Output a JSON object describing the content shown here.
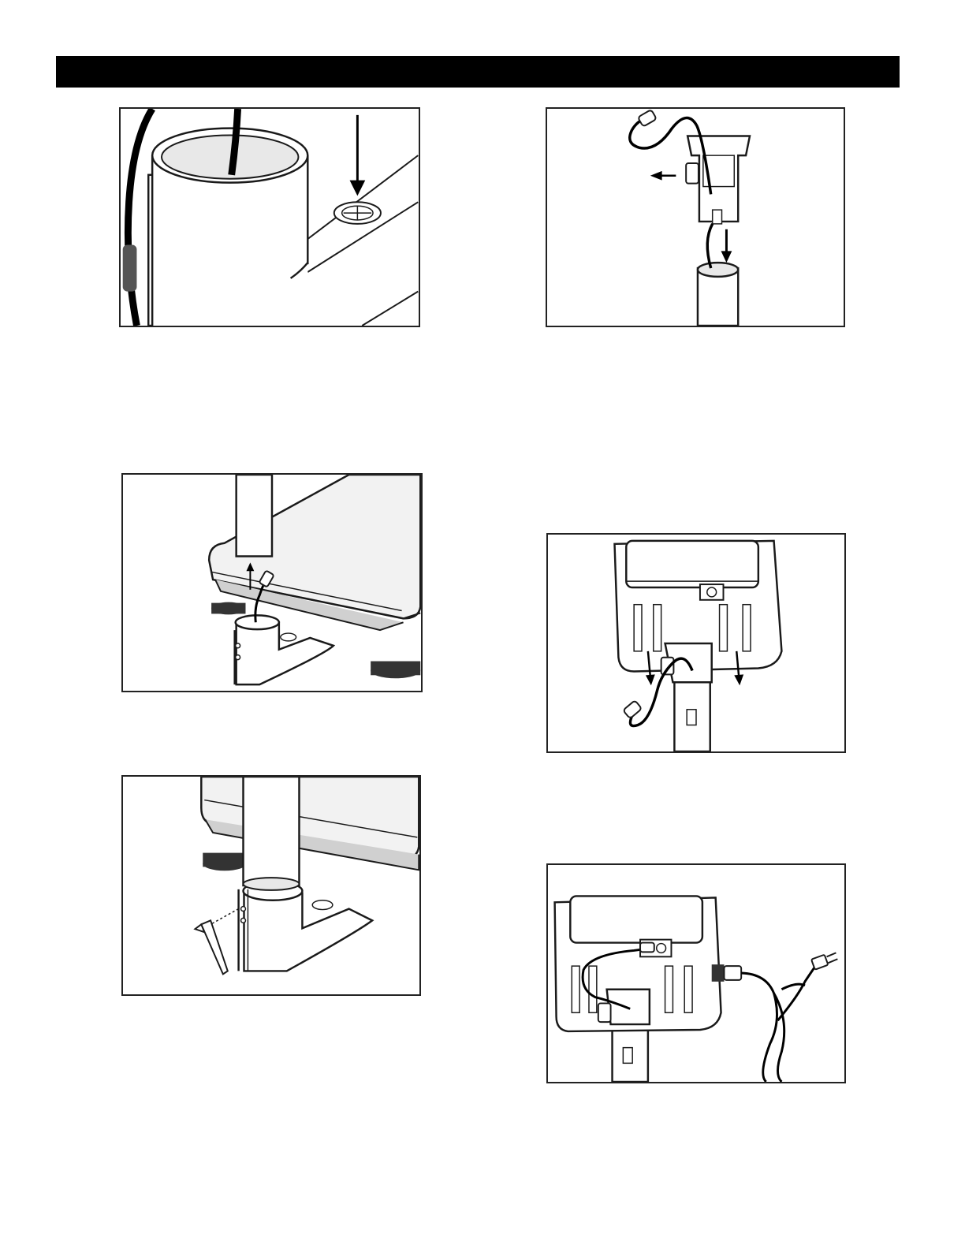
{
  "page": {
    "header_bar_color": "#000000",
    "figure_border_color": "#222222",
    "line_color": "#1a1a1a",
    "shade_color": "#e8e8e8"
  },
  "figures": [
    {
      "id": "fig1",
      "depicts": "column-socket-with-cable-and-bolt-hole",
      "icons": [
        "arrow-down-icon",
        "bolt-hole-icon"
      ]
    },
    {
      "id": "fig2",
      "depicts": "bracket-lowered-onto-column",
      "icons": [
        "arrow-left-icon",
        "arrow-down-icon",
        "cable-connector-icon"
      ]
    },
    {
      "id": "fig3",
      "depicts": "column-inserted-into-base-socket",
      "icons": [
        "arrow-up-icon",
        "cable-connector-icon",
        "leveling-foot-icon"
      ]
    },
    {
      "id": "fig4",
      "depicts": "indicator-head-mounted-on-bracket",
      "icons": [
        "arrow-down-icon",
        "cable-connector-icon"
      ]
    },
    {
      "id": "fig5",
      "depicts": "column-secured-with-hex-key",
      "icons": [
        "hex-key-icon",
        "leveling-foot-icon"
      ]
    },
    {
      "id": "fig6",
      "depicts": "indicator-with-cable-and-power-cord-connected",
      "icons": [
        "power-plug-icon",
        "cable-connector-icon"
      ]
    }
  ]
}
